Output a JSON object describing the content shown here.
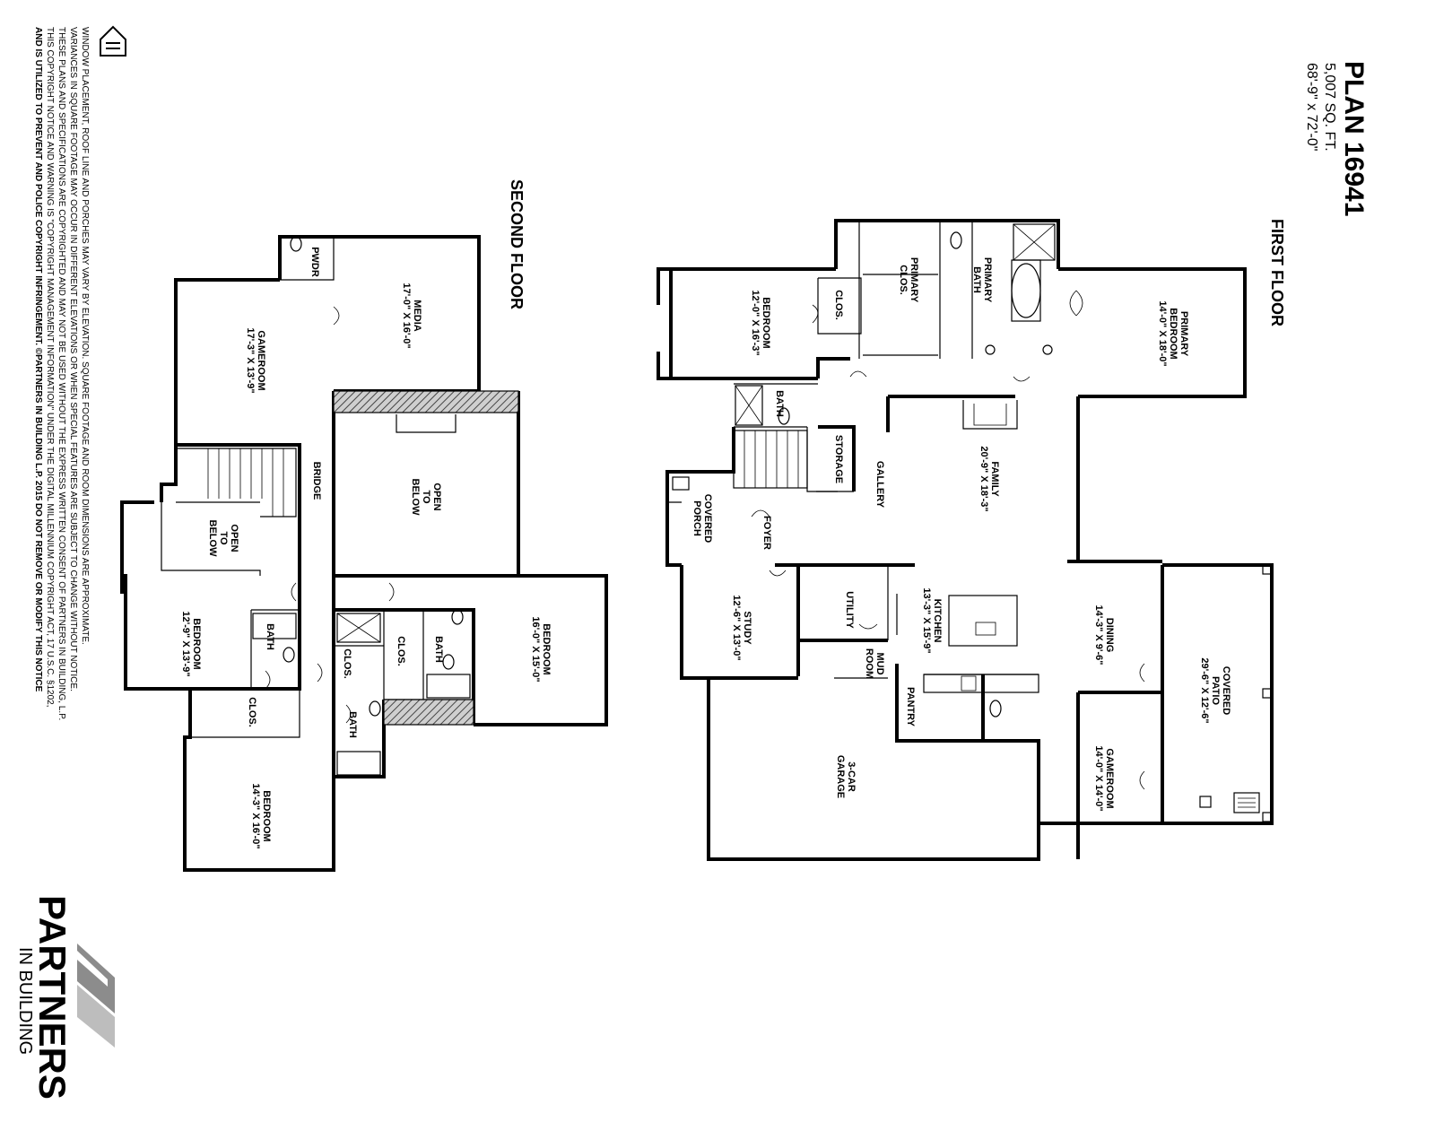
{
  "plan": {
    "title": "PLAN 16941",
    "sqft": "5,007 SQ. FT.",
    "dimensions": "68'-9\" x 72'-0\""
  },
  "first_floor": {
    "heading": "FIRST FLOOR",
    "rooms": {
      "primary_bedroom": {
        "name": "PRIMARY\nBEDROOM",
        "size": "14'-0\" X 18'-0\""
      },
      "primary_bath": {
        "name": "PRIMARY\nBATH",
        "size": ""
      },
      "primary_clos": {
        "name": "PRIMARY\nCLOS.",
        "size": ""
      },
      "bedroom": {
        "name": "BEDROOM",
        "size": "12'-0\" X 16'-3\""
      },
      "clos": {
        "name": "CLOS.",
        "size": ""
      },
      "bath": {
        "name": "BATH",
        "size": ""
      },
      "storage": {
        "name": "STORAGE",
        "size": ""
      },
      "gallery": {
        "name": "GALLERY",
        "size": ""
      },
      "family": {
        "name": "FAMILY",
        "size": "20'-9\" X 18'-3\""
      },
      "covered_porch": {
        "name": "COVERED\nPORCH",
        "size": ""
      },
      "foyer": {
        "name": "FOYER",
        "size": ""
      },
      "study": {
        "name": "STUDY",
        "size": "12'-6\" X 13'-0\""
      },
      "utility": {
        "name": "UTILITY",
        "size": ""
      },
      "kitchen": {
        "name": "KITCHEN",
        "size": "13'-3\" X 15'-9\""
      },
      "mud_room": {
        "name": "MUD\nROOM",
        "size": ""
      },
      "pantry": {
        "name": "PANTRY",
        "size": ""
      },
      "dining": {
        "name": "DINING",
        "size": "14'-3\" X 9'-6\""
      },
      "covered_patio": {
        "name": "COVERED\nPATIO",
        "size": "29'-6\" X 12'-6\""
      },
      "gameroom": {
        "name": "GAMEROOM",
        "size": "14'-0\" X 14'-0\""
      },
      "garage": {
        "name": "3-CAR\nGARAGE",
        "size": ""
      }
    }
  },
  "second_floor": {
    "heading": "SECOND FLOOR",
    "rooms": {
      "pwdr": {
        "name": "PWDR",
        "size": ""
      },
      "media": {
        "name": "MEDIA",
        "size": "17'-0\" X 16'-0\""
      },
      "gameroom": {
        "name": "GAMEROOM",
        "size": "17'-3\" X 13'-9\""
      },
      "bridge": {
        "name": "BRIDGE",
        "size": ""
      },
      "open_below_a": {
        "name": "OPEN\nTO\nBELOW",
        "size": ""
      },
      "open_below_b": {
        "name": "OPEN\nTO\nBELOW",
        "size": ""
      },
      "bedroom_a": {
        "name": "BEDROOM",
        "size": "12'-9\" X 13'-9\""
      },
      "bath_a": {
        "name": "BATH",
        "size": ""
      },
      "clos_a": {
        "name": "CLOS.",
        "size": ""
      },
      "clos_b": {
        "name": "CLOS.",
        "size": ""
      },
      "bath_b": {
        "name": "BATH",
        "size": ""
      },
      "clos_c": {
        "name": "CLOS.",
        "size": ""
      },
      "bath_c": {
        "name": "BATH",
        "size": ""
      },
      "bedroom_b": {
        "name": "BEDROOM",
        "size": "16'-0\" X 15'-0\""
      },
      "bedroom_c": {
        "name": "BEDROOM",
        "size": "14'-3\" X 16'-0\""
      }
    }
  },
  "disclaimer": [
    "WINDOW PLACEMENT, ROOF LINE AND PORCHES MAY VARY BY ELEVATION.  SQUARE FOOTAGE AND ROOM DIMENSIONS ARE APPROXIMATE.",
    "VARIANCES IN SQUARE FOOTAGE MAY OCCUR IN DIFFERENT ELEVATIONS OR WHEN SPECIAL FEATURES ARE SUBJECT TO CHANGE WITHOUT NOTICE.",
    "THESE PLANS AND SPECIFICATIONS ARE COPYRIGHTED AND MAY NOT BE USED WITHOUT THE EXPRESS WRITTEN CONSENT OF PARTNERS IN BUILDING, L.P.",
    "THIS COPYRIGHT NOTICE AND WARNING IS \"COPYRIGHT MANAGEMENT INFORMATION\" UNDER THE DIGITAL MILLENNIUM COPYRIGHT ACT, 17 U.S.C. §1202,",
    "AND IS UTILIZED TO PREVENT AND POLICE COPYRIGHT INFRINGEMENT.  ©PARTNERS IN BUILDING L.P. 2015  DO NOT REMOVE OR MODIFY THIS NOTICE"
  ],
  "brand": {
    "name": "PARTNERS",
    "tagline": "IN BUILDING"
  },
  "icons": {
    "logo": "chevron-logo-icon",
    "equal_housing": "equal-housing-icon"
  }
}
